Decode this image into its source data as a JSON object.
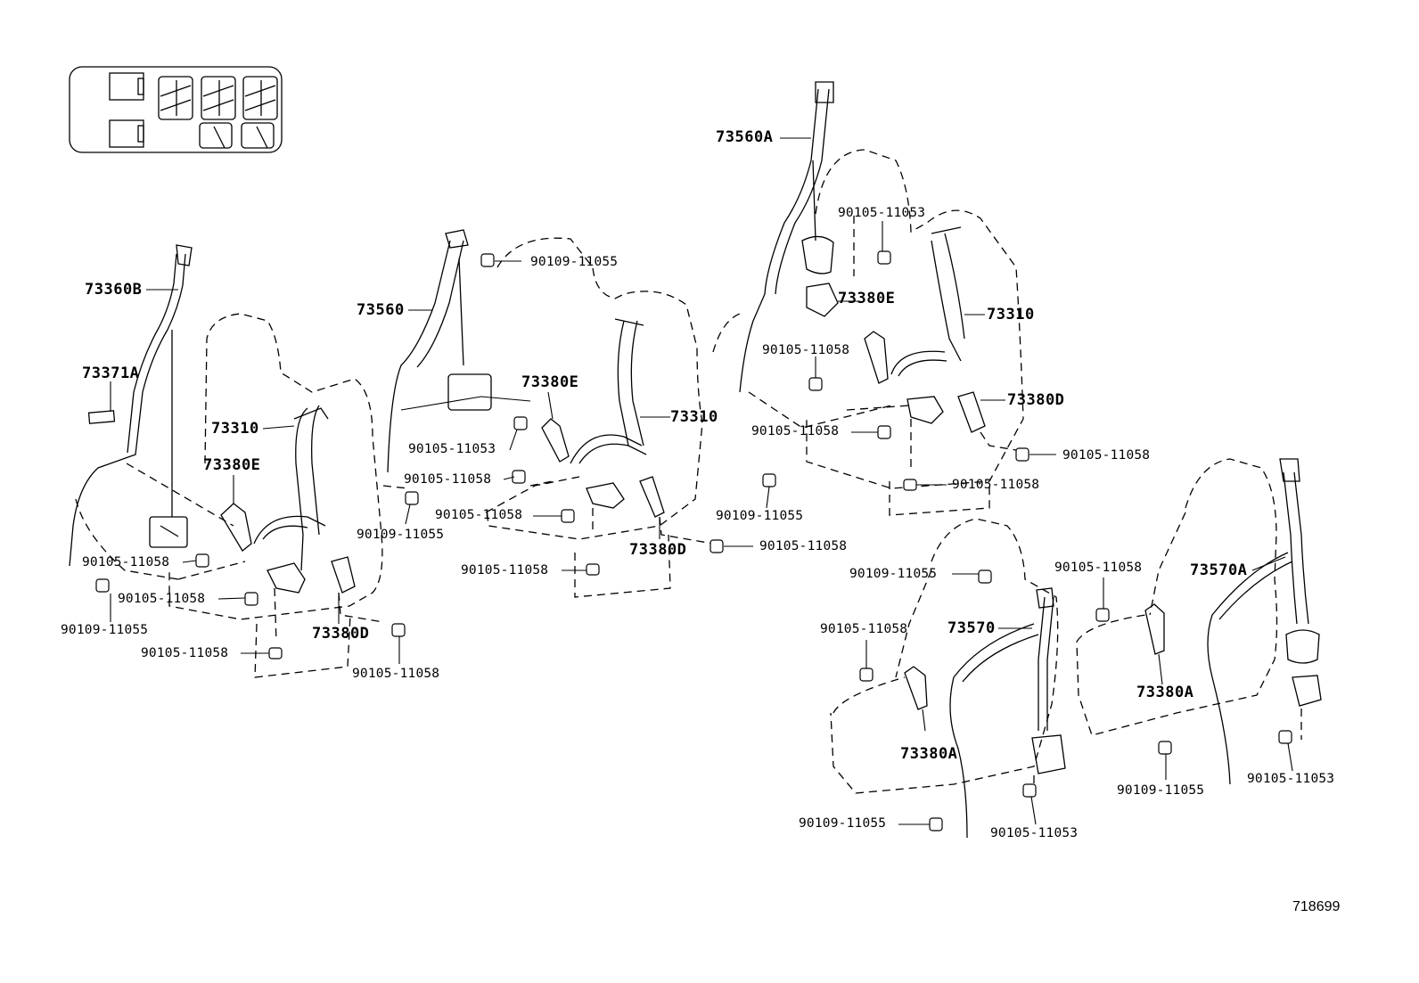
{
  "diagram": {
    "reference_number": "718699"
  },
  "part_labels": [
    {
      "id": "l1",
      "text": "73360B"
    },
    {
      "id": "l2",
      "text": "73371A"
    },
    {
      "id": "l3",
      "text": "73310"
    },
    {
      "id": "l4",
      "text": "73380E"
    },
    {
      "id": "l5",
      "text": "90105-11058"
    },
    {
      "id": "l6",
      "text": "90109-11055"
    },
    {
      "id": "l7",
      "text": "90105-11058"
    },
    {
      "id": "l8",
      "text": "73380D"
    },
    {
      "id": "l9",
      "text": "90105-11058"
    },
    {
      "id": "l10",
      "text": "90105-11058"
    },
    {
      "id": "l11",
      "text": "73560"
    },
    {
      "id": "l12",
      "text": "90109-11055"
    },
    {
      "id": "l13",
      "text": "73380E"
    },
    {
      "id": "l14",
      "text": "90105-11053"
    },
    {
      "id": "l15",
      "text": "73310"
    },
    {
      "id": "l16",
      "text": "90105-11058"
    },
    {
      "id": "l17",
      "text": "90105-11058"
    },
    {
      "id": "l18",
      "text": "90109-11055"
    },
    {
      "id": "l19",
      "text": "90105-11058"
    },
    {
      "id": "l20",
      "text": "73380D"
    },
    {
      "id": "l21",
      "text": "90105-11058"
    },
    {
      "id": "l22",
      "text": "73560A"
    },
    {
      "id": "l23",
      "text": "90105-11053"
    },
    {
      "id": "l24",
      "text": "73380E"
    },
    {
      "id": "l25",
      "text": "73310"
    },
    {
      "id": "l26",
      "text": "90105-11058"
    },
    {
      "id": "l27",
      "text": "90105-11058"
    },
    {
      "id": "l28",
      "text": "73380D"
    },
    {
      "id": "l29",
      "text": "90105-11058"
    },
    {
      "id": "l30",
      "text": "90105-11058"
    },
    {
      "id": "l31",
      "text": "90109-11055"
    },
    {
      "id": "l32",
      "text": "90109-11055"
    },
    {
      "id": "l33",
      "text": "90105-11058"
    },
    {
      "id": "l34",
      "text": "73570"
    },
    {
      "id": "l35",
      "text": "73380A"
    },
    {
      "id": "l36",
      "text": "90109-11055"
    },
    {
      "id": "l37",
      "text": "90105-11053"
    },
    {
      "id": "l38",
      "text": "90105-11058"
    },
    {
      "id": "l39",
      "text": "73570A"
    },
    {
      "id": "l40",
      "text": "73380A"
    },
    {
      "id": "l41",
      "text": "90109-11055"
    },
    {
      "id": "l42",
      "text": "90105-11053"
    }
  ]
}
